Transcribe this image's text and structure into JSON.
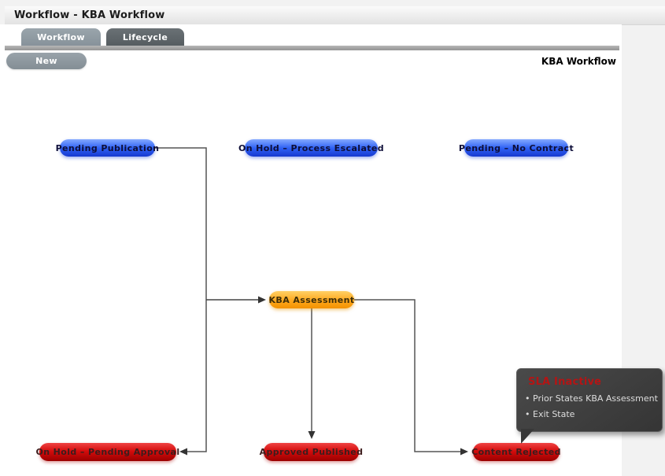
{
  "header": {
    "title": "Workflow - KBA Workflow"
  },
  "tabs": [
    {
      "label": "Workflow",
      "active": true
    },
    {
      "label": "Lifecycle",
      "active": false
    }
  ],
  "toolbar": {
    "new_label": "New"
  },
  "diagram": {
    "heading": "KBA Workflow",
    "nodes": [
      {
        "id": "pending-publication",
        "label": "Pending Publication",
        "type": "blue"
      },
      {
        "id": "on-hold-process-escalated",
        "label": "On Hold – Process Escalated",
        "type": "blue"
      },
      {
        "id": "pending-no-contract",
        "label": "Pending – No Contract",
        "type": "blue"
      },
      {
        "id": "kba-assessment",
        "label": "KBA Assessment",
        "type": "orange"
      },
      {
        "id": "on-hold-pending-approval",
        "label": "On Hold – Pending Approval",
        "type": "red"
      },
      {
        "id": "approved-published",
        "label": "Approved Published",
        "type": "red"
      },
      {
        "id": "content-rejected",
        "label": "Content Rejected",
        "type": "red"
      }
    ],
    "connections": [
      {
        "from": "pending-publication",
        "to": "kba-assessment"
      },
      {
        "from": "pending-publication",
        "to": "on-hold-pending-approval"
      },
      {
        "from": "kba-assessment",
        "to": "approved-published"
      },
      {
        "from": "kba-assessment",
        "to": "content-rejected"
      }
    ],
    "tooltip": {
      "title": "SLA Inactive",
      "lines": [
        "Prior States  KBA Assessment",
        "Exit State"
      ]
    }
  },
  "colors": {
    "blue_state": "#2f62f5",
    "orange_state": "#ffa71d",
    "red_state": "#d40c0c",
    "tab_active": "#8f9aa2",
    "tab_inactive": "#5e6569",
    "tooltip_bg": "#3e3e3e",
    "tooltip_title_color": "#b51414"
  }
}
